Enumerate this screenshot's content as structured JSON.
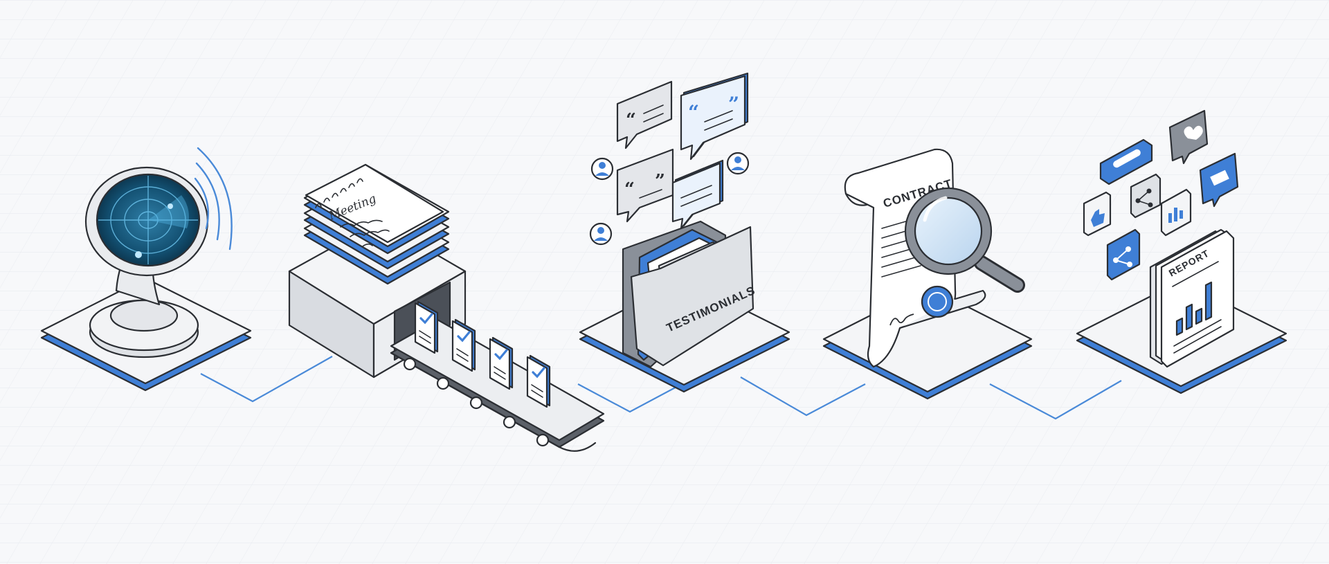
{
  "labels": {
    "notepad": "Meeting",
    "folder": "TESTIMONIALS",
    "contract": "CONTRACT",
    "report": "REPORT"
  },
  "colors": {
    "accent": "#3f7fd6",
    "accent_light": "#dbe8fa",
    "ink": "#2b2e33",
    "surface": "#f4f5f7",
    "shade": "#cfd3d9",
    "radar_screen": "#0d3b57"
  },
  "icons": [
    "radar-dish-icon",
    "notepad-stack-icon",
    "processing-machine-icon",
    "conveyor-belt-icon",
    "checklist-document-icon",
    "quote-speech-bubble-icon",
    "user-avatar-icon",
    "folder-icon",
    "contract-scroll-icon",
    "magnifying-glass-icon",
    "seal-badge-icon",
    "social-media-icon",
    "report-document-icon"
  ]
}
